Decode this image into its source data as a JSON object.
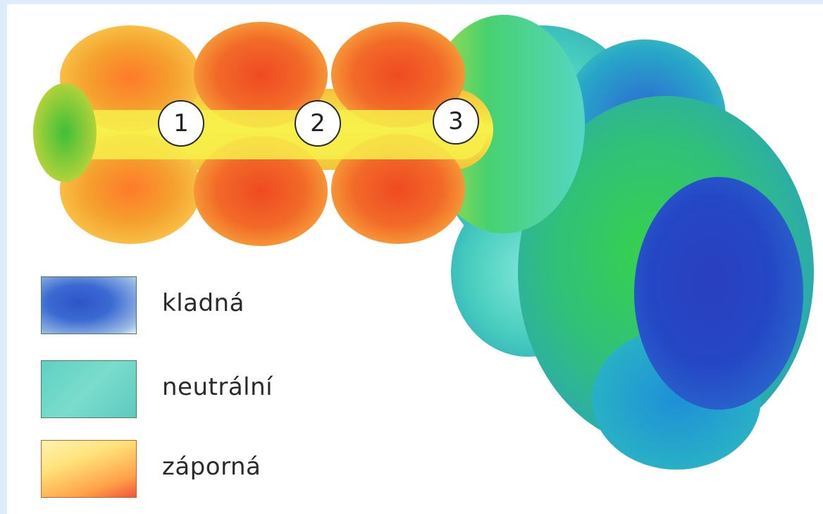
{
  "markers": [
    "1",
    "2",
    "3"
  ],
  "legend": [
    {
      "label": "kladná",
      "color": "#2f54c9"
    },
    {
      "label": "neutrální",
      "color": "#6fd8c8"
    },
    {
      "label": "záporná",
      "color": "#f7a24a"
    }
  ],
  "colors": {
    "negative_core": "#ee4a22",
    "negative_edge": "#ffe24a",
    "neutral": "#3fd07a",
    "positive": "#2146c4",
    "background": "#ffffff",
    "page_border": "#dcecfb"
  }
}
